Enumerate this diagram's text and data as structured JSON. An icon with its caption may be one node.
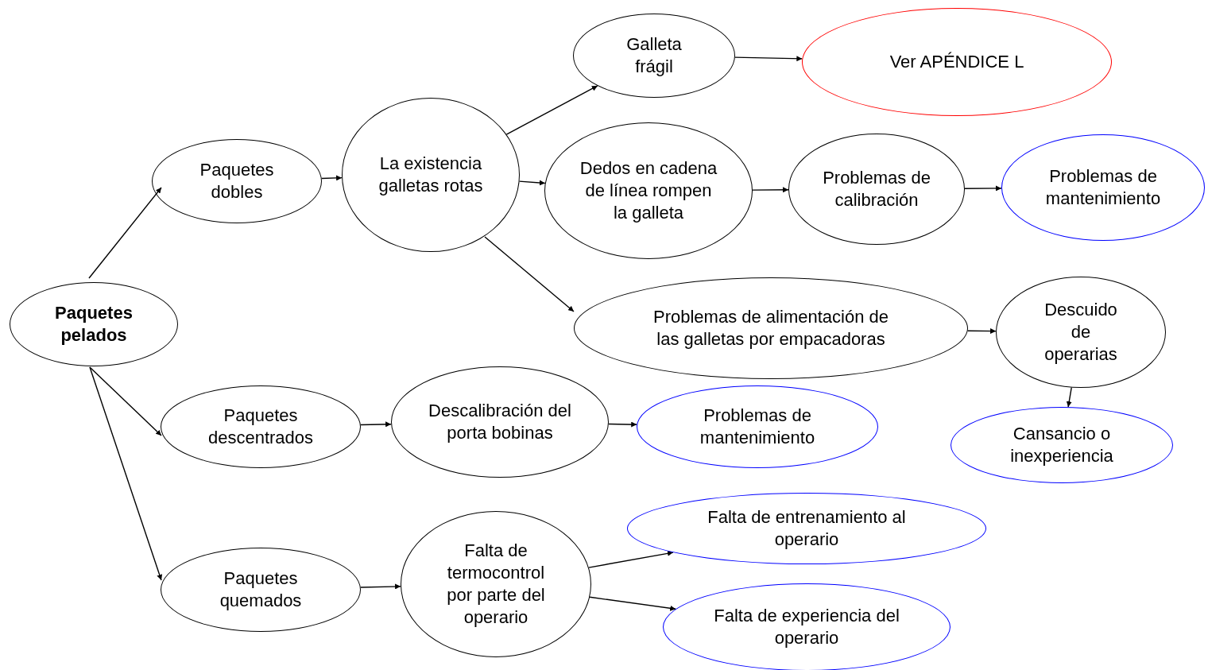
{
  "diagram": {
    "nodes": [
      {
        "text": [
          "Paquetes pelados"
        ]
      },
      {
        "text": [
          "Paquetes dobles"
        ]
      },
      {
        "text": [
          "La existencia galletas rotas"
        ]
      },
      {
        "text": [
          "Galleta frágil"
        ]
      },
      {
        "text": [
          "Ver APÉNDICE L"
        ]
      },
      {
        "text": [
          "Dedos en cadena de línea rompen la galleta"
        ]
      },
      {
        "text": [
          "Problemas de calibración"
        ]
      },
      {
        "text": [
          "Problemas de mantenimiento"
        ]
      },
      {
        "text": [
          "Problemas de alimentación de las galletas por empacadoras"
        ]
      },
      {
        "text": [
          "Descuido de operarias"
        ]
      },
      {
        "text": [
          "Cansancio o inexperiencia"
        ]
      },
      {
        "text": [
          "Paquetes descentrados"
        ]
      },
      {
        "text": [
          "Descalibración del porta bobinas"
        ]
      },
      {
        "text": [
          "Problemas de mantenimiento"
        ]
      },
      {
        "text": [
          "Paquetes quemados"
        ]
      },
      {
        "text": [
          "Falta de termocontrol por parte del operario"
        ]
      },
      {
        "text": [
          "Falta de entrenamiento al operario"
        ]
      },
      {
        "text": [
          "Falta de experiencia del operario"
        ]
      }
    ],
    "edges": [
      {
        "from": 0,
        "to": 1,
        "arrow": "to"
      },
      {
        "from": 1,
        "to": 2,
        "arrow": "to"
      },
      {
        "from": 2,
        "to": 3,
        "arrow": "to"
      },
      {
        "from": 3,
        "to": 4,
        "arrow": "to"
      },
      {
        "from": 2,
        "to": 5,
        "arrow": "to"
      },
      {
        "from": 5,
        "to": 6,
        "arrow": "to"
      },
      {
        "from": 6,
        "to": 7,
        "arrow": "to"
      },
      {
        "from": 2,
        "to": 8,
        "arrow": "to"
      },
      {
        "from": 8,
        "to": 9,
        "arrow": "to"
      },
      {
        "from": 9,
        "to": 10,
        "arrow": "to"
      },
      {
        "from": 0,
        "to": 11,
        "arrow": "to"
      },
      {
        "from": 11,
        "to": 12,
        "arrow": "to"
      },
      {
        "from": 12,
        "to": 13,
        "arrow": "to"
      },
      {
        "from": 0,
        "to": 14,
        "arrow": "to"
      },
      {
        "from": 14,
        "to": 15,
        "arrow": "to"
      },
      {
        "from": 15,
        "to": 16,
        "arrow": "to"
      },
      {
        "from": 15,
        "to": 17,
        "arrow": "to"
      }
    ]
  }
}
